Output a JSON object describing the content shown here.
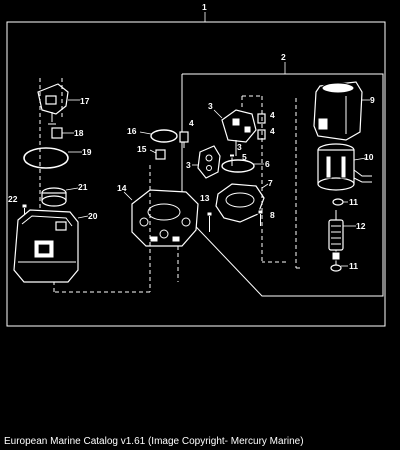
{
  "diagram": {
    "callouts": {
      "c1": "1",
      "c2": "2",
      "c3a": "3",
      "c3b": "3",
      "c3c": "3",
      "c4a": "4",
      "c4b": "4",
      "c4c": "4",
      "c5": "5",
      "c6": "6",
      "c7": "7",
      "c8": "8",
      "c9": "9",
      "c10": "10",
      "c11a": "11",
      "c11b": "11",
      "c12": "12",
      "c13": "13",
      "c14": "14",
      "c15": "15",
      "c16": "16",
      "c17": "17",
      "c18": "18",
      "c19": "19",
      "c20": "20",
      "c21": "21",
      "c22": "22"
    }
  },
  "caption": "European Marine Catalog v1.61 (Image Copyright- Mercury Marine)"
}
